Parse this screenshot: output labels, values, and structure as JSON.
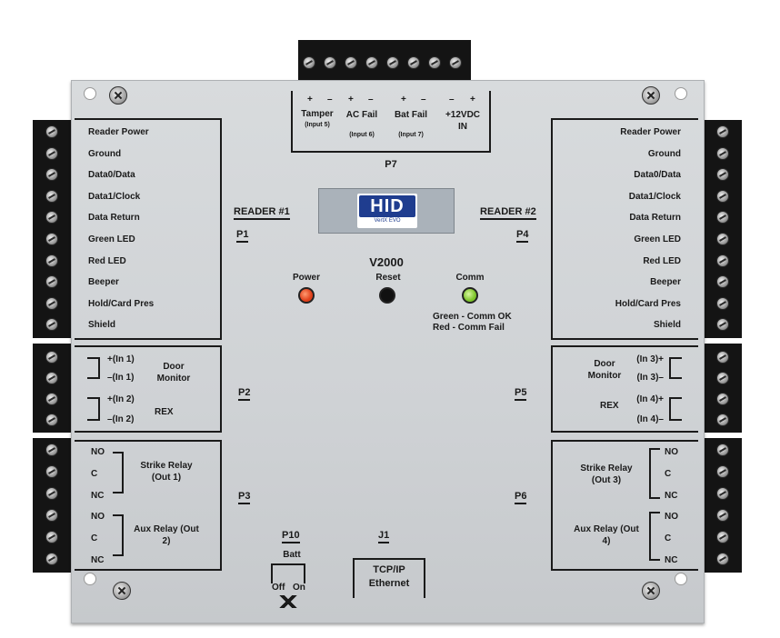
{
  "device": {
    "model": "V2000",
    "logo_text": "HID",
    "logo_sub": "VertX EVO"
  },
  "top_connector": {
    "label": "P7",
    "polarity": [
      "+",
      "–",
      "+",
      "–",
      "+",
      "–",
      "–",
      "+"
    ],
    "groups": [
      {
        "name": "Tamper",
        "sub": "(Input 5)"
      },
      {
        "name": "AC Fail",
        "sub": "(Input 6)"
      },
      {
        "name": "Bat Fail",
        "sub": "(Input 7)"
      },
      {
        "name": "+12VDC IN",
        "sub": ""
      }
    ]
  },
  "reader1": {
    "title": "READER #1",
    "port": "P1",
    "pins": [
      "Reader Power",
      "Ground",
      "Data0/Data",
      "Data1/Clock",
      "Data Return",
      "Green LED",
      "Red LED",
      "Beeper",
      "Hold/Card Pres",
      "Shield"
    ]
  },
  "reader2": {
    "title": "READER #2",
    "port": "P4",
    "pins": [
      "Reader Power",
      "Ground",
      "Data0/Data",
      "Data1/Clock",
      "Data Return",
      "Green LED",
      "Red LED",
      "Beeper",
      "Hold/Card Pres",
      "Shield"
    ]
  },
  "inputs_left": {
    "port": "P2",
    "pins": [
      "+(In 1)",
      "–(In 1)",
      "+(In 2)",
      "–(In 2)"
    ],
    "door_monitor": "Door Monitor",
    "rex": "REX"
  },
  "inputs_right": {
    "port": "P5",
    "pins": [
      "(In 3)+",
      "(In 3)–",
      "(In 4)+",
      "(In 4)–"
    ],
    "door_monitor": "Door Monitor",
    "rex": "REX"
  },
  "relays_left": {
    "port": "P3",
    "pins": [
      "NO",
      "C",
      "NC",
      "NO",
      "C",
      "NC"
    ],
    "strike": "Strike Relay (Out 1)",
    "aux": "Aux Relay (Out 2)"
  },
  "relays_right": {
    "port": "P6",
    "pins": [
      "NO",
      "C",
      "NC",
      "NO",
      "C",
      "NC"
    ],
    "strike": "Strike Relay (Out 3)",
    "aux": "Aux Relay (Out 4)"
  },
  "indicators": {
    "power": "Power",
    "reset": "Reset",
    "comm": "Comm",
    "comm_note_1": "Green - Comm OK",
    "comm_note_2": "Red - Comm Fail"
  },
  "battery": {
    "port": "P10",
    "label": "Batt",
    "off": "Off",
    "on": "On"
  },
  "ethernet": {
    "port": "J1",
    "label_1": "TCP/IP",
    "label_2": "Ethernet"
  },
  "colors": {
    "power_led": "#e0401a",
    "comm_led": "#7dc42a",
    "reset_button": "#111111",
    "hid_blue": "#1f3d8f"
  }
}
